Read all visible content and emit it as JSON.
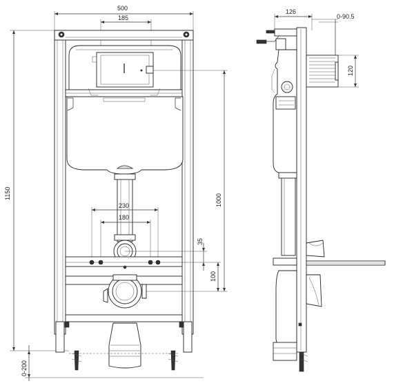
{
  "dimensions": {
    "frame_width": "500",
    "plate_width": "185",
    "total_height": "1150",
    "outlet_height": "1000",
    "flush_spacing_outer": "230",
    "flush_spacing_inner": "180",
    "inlet_offset": "35",
    "inlet_to_outlet": "100",
    "leg_adjust": "0-200",
    "side_depth": "126",
    "side_adjust": "0-90.5",
    "side_box": "120"
  }
}
